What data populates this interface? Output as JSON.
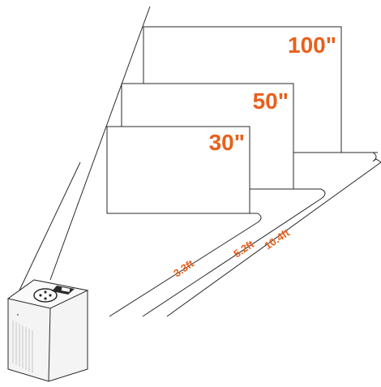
{
  "colors": {
    "accent": "#e8601c",
    "line": "#2a2a2a",
    "device_body": "#f4f4f4"
  },
  "screens": [
    {
      "id": "screen-100",
      "label": "100\""
    },
    {
      "id": "screen-50",
      "label": "50\""
    },
    {
      "id": "screen-30",
      "label": "30\""
    }
  ],
  "distances": [
    {
      "id": "distance-3-3",
      "label": "3.3ft"
    },
    {
      "id": "distance-5-2",
      "label": "5.2ft"
    },
    {
      "id": "distance-10-4",
      "label": "10.4ft"
    }
  ]
}
